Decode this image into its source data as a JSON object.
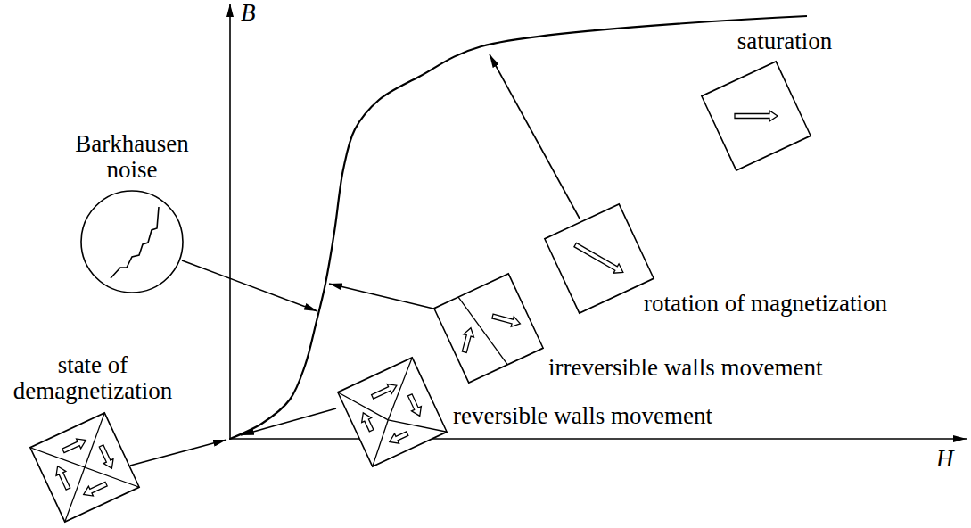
{
  "diagram": {
    "nodes": [
      {
        "text": [
          "Barkhausen noise"
        ]
      },
      {
        "text": [
          "saturation"
        ]
      },
      {
        "text": [
          "rotation of magnetization"
        ]
      },
      {
        "text": [
          "irreversible walls movement"
        ]
      },
      {
        "text": [
          "reversible walls movement"
        ]
      },
      {
        "text": [
          "state of demagnetization"
        ]
      }
    ],
    "labels": [
      "B",
      "H"
    ]
  }
}
